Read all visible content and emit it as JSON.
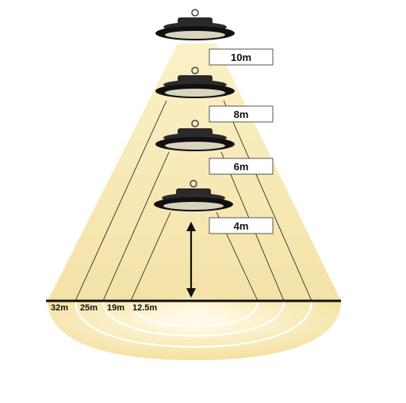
{
  "heights": [
    {
      "label": "10m"
    },
    {
      "label": "8m"
    },
    {
      "label": "6m"
    },
    {
      "label": "4m"
    }
  ],
  "diameters": [
    {
      "label": "32m"
    },
    {
      "label": "25m"
    },
    {
      "label": "19m"
    },
    {
      "label": "12.5m"
    }
  ],
  "colors": {
    "beam_outer": "#f6e7b0",
    "beam_inner": "#fff6d0",
    "glow": "#fff9dd",
    "fixture": "#1b1b1b",
    "line": "#111111",
    "contour": "#ffffff"
  }
}
